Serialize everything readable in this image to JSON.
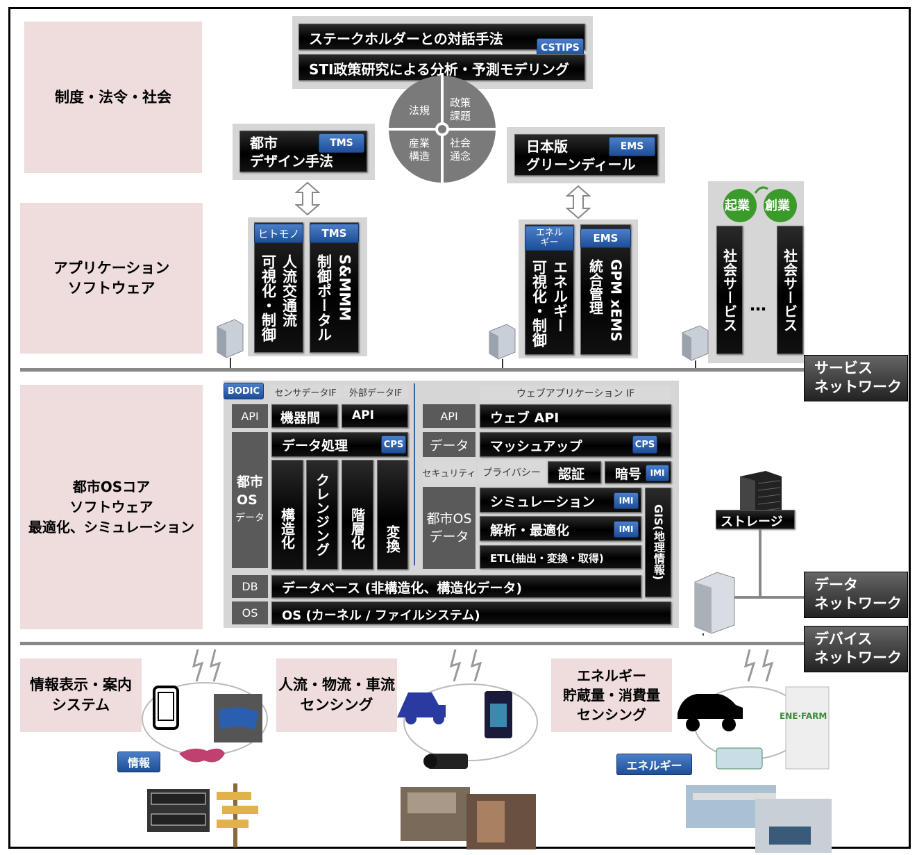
{
  "left_labels": {
    "institution": "制度・法令・社会",
    "application": "アプリケーション\nソフトウェア",
    "os_core": "都市OSコア\nソフトウェア\n最適化、シミュレーション",
    "info_display": "情報表示・案内\nシステム",
    "flow_sensing": "人流・物流・車流\nセンシング",
    "energy_sensing": "エネルギー\n貯蔵量・消費量\nセンシング"
  },
  "top": {
    "stakeholder": "ステークホルダーとの対話手法",
    "cstips": "CSTIPS",
    "sti": "STI政策研究による分析・予測モデリング",
    "circle": {
      "q1": "法規",
      "q2": "政策\n課題",
      "q3": "産業\n構造",
      "q4": "社会\n通念"
    },
    "city_design": "都市\nデザイン手法",
    "tms": "TMS",
    "green_deal": "日本版\nグリーンディール",
    "ems": "EMS"
  },
  "apps": {
    "hitomono": "ヒトモノ",
    "tms": "TMS",
    "people_flow": "人流交通流\n可視化・制御",
    "smmm": "S&MMM\n制御ポータル",
    "energy_tag": "エネル\nギー",
    "ems": "EMS",
    "energy_ctrl": "エネルギー\n可視化・制御",
    "gpm": "GPM xEMS\n統合管理",
    "kigyo": "起業",
    "sogyo": "創業",
    "social1": "社会サービス",
    "dots": "…",
    "social2": "社会サービス"
  },
  "networks": {
    "service": "サービス\nネットワーク",
    "data": "データ\nネットワーク",
    "device": "デバイス\nネットワーク",
    "storage": "ストレージ"
  },
  "os": {
    "bodic": "BODIC",
    "sensor_if": "センサデータIF",
    "external_if": "外部データIF",
    "web_if": "ウェブアプリケーション IF",
    "api": "API",
    "kikikan": "機器間",
    "api2": "API",
    "api3": "API",
    "web_api": "ウェブ API",
    "data_proc": "データ処理",
    "cps": "CPS",
    "data_label": "データ",
    "mashup": "マッシュアップ",
    "cps2": "CPS",
    "city_os_data": "都市\nOS",
    "data_small": "データ",
    "security": "セキュリティ",
    "privacy": "プライバシー",
    "auth": "認証",
    "crypto": "暗号",
    "imi": "IMI",
    "structuring": "構造化",
    "cleansing": "クレンジング",
    "layering": "階層化",
    "convert": "変換",
    "city_os_data2": "都市OS\nデータ",
    "simulation": "シミュレーション",
    "imi2": "IMI",
    "analysis": "解析・最適化",
    "imi3": "IMI",
    "etl": "ETL(抽出・変換・取得)",
    "gis": "GIS(地理情報)",
    "db": "DB",
    "database": "データベース (非構造化、構造化データ)",
    "os_lbl": "OS",
    "os_full": "OS (カーネル / ファイルシステム)"
  },
  "bottom": {
    "info_tag": "情報",
    "energy_tag": "エネルギー",
    "enefarm": "ENE·FARM"
  }
}
